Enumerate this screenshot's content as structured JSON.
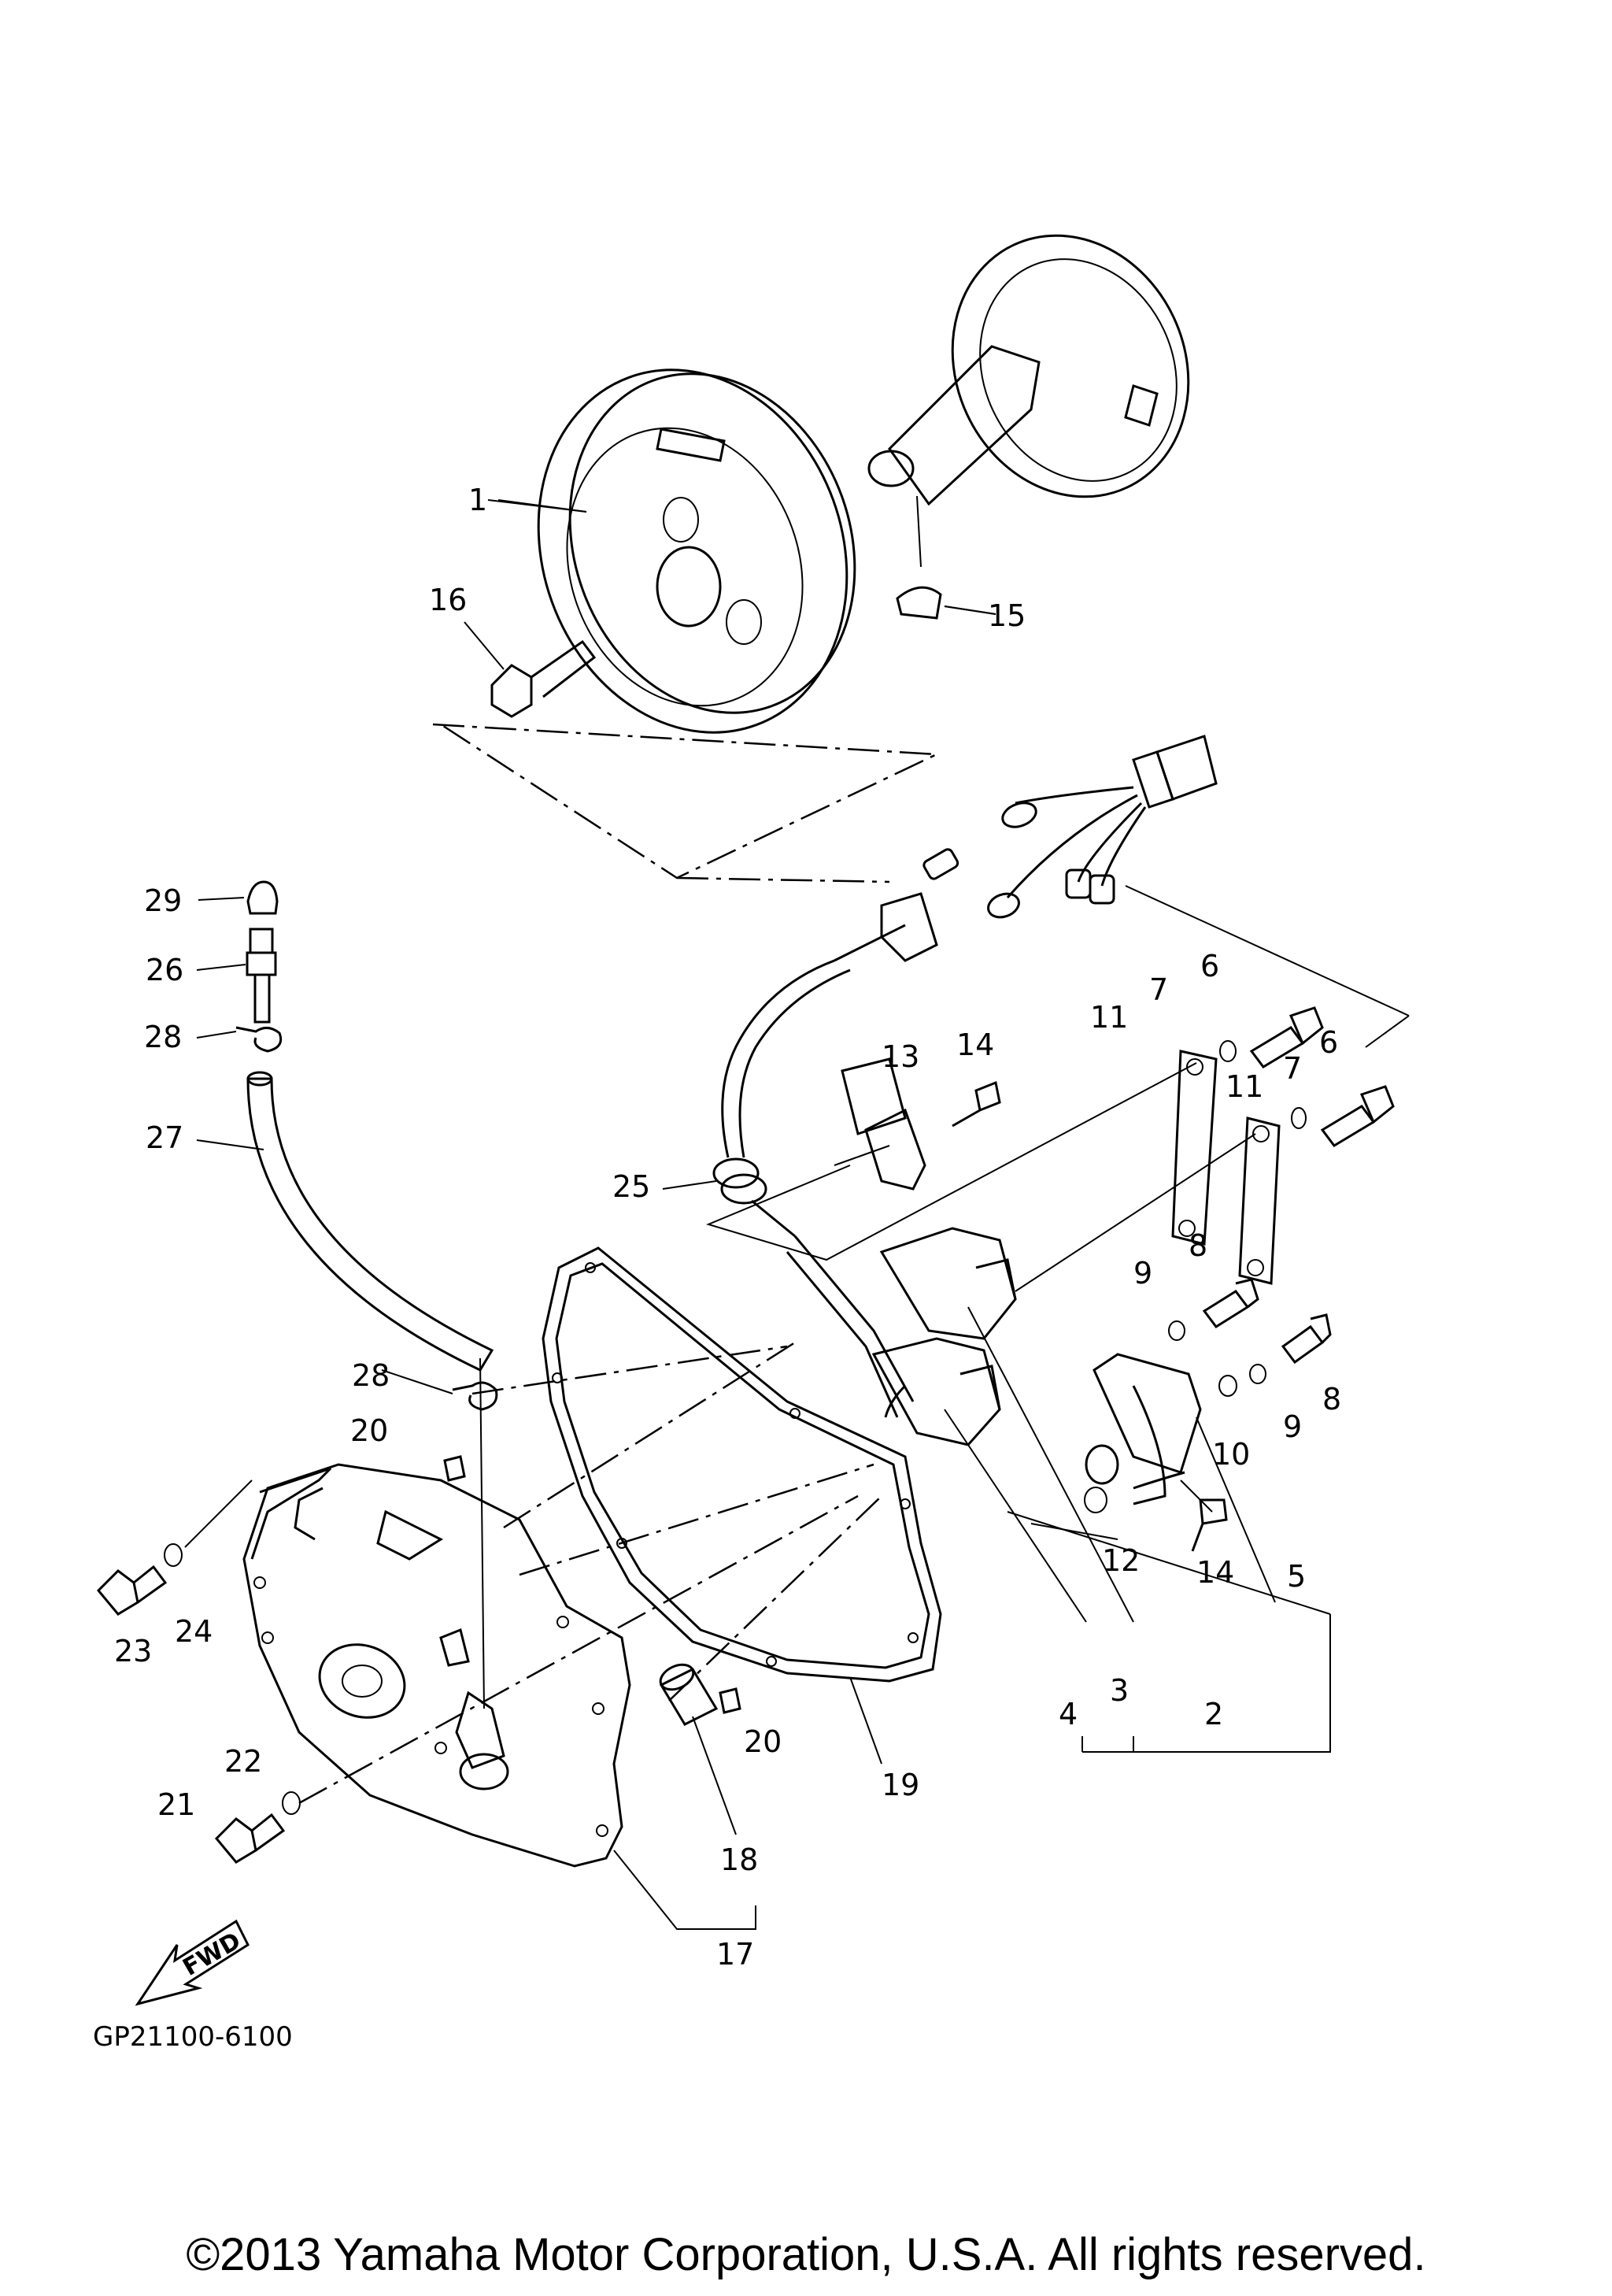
{
  "diagram_code": "GP21100-6100",
  "fwd_label": "FWD",
  "copyright": "©2013 Yamaha Motor Corporation, U.S.A. All rights reserved.",
  "callouts": [
    "1",
    "2",
    "3",
    "4",
    "5",
    "6",
    "6",
    "7",
    "7",
    "8",
    "8",
    "9",
    "9",
    "10",
    "11",
    "11",
    "12",
    "13",
    "14",
    "14",
    "15",
    "16",
    "17",
    "18",
    "19",
    "20",
    "20",
    "21",
    "22",
    "23",
    "24",
    "25",
    "26",
    "27",
    "28",
    "28",
    "29"
  ]
}
